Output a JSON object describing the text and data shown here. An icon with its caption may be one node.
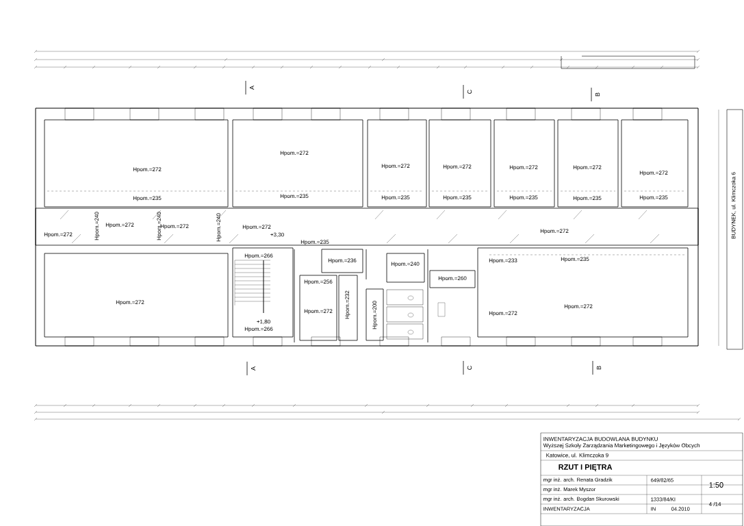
{
  "diagram": {
    "nodes": [
      {
        "text": [
          "Hpom.=272",
          "Hpom.=235"
        ]
      },
      {
        "text": [
          "Hpom.=272",
          "Hpom.=235"
        ]
      },
      {
        "text": [
          "Hpom.=272",
          "Hpom.=235"
        ]
      },
      {
        "text": [
          "Hpom.=272",
          "Hpom.=235"
        ]
      },
      {
        "text": [
          "Hpom.=272",
          "Hpom.=235"
        ]
      },
      {
        "text": [
          "Hpom.=272",
          "Hpom.=235"
        ]
      },
      {
        "text": [
          "Hpom.=272",
          "Hpom.=235"
        ]
      },
      {
        "text": [
          "Hpom.=272",
          "Hpom.=240",
          "Hpom.=272",
          "Hpom.=240",
          "Hpom.=272",
          "Hpom.=240",
          "Hpom.=272",
          "+3,30",
          "Hpom.=235",
          "Hpom.=272"
        ]
      },
      {
        "text": [
          "Hpom.=272"
        ]
      },
      {
        "text": [
          "Hpom.=266",
          "+1,80",
          "Hpom.=266"
        ]
      },
      {
        "text": [
          "Hpom.=256",
          "Hpom.=272"
        ]
      },
      {
        "text": [
          "Hpom.=236"
        ]
      },
      {
        "text": [
          "Hpom.=232"
        ]
      },
      {
        "text": [
          "Hpom.=200"
        ]
      },
      {
        "text": [
          "Hpom.=240"
        ]
      },
      {
        "text": [
          "Hpom.=260"
        ]
      },
      {
        "text": [
          "Hpom.=233",
          "Hpom.=235",
          "Hpom.=272",
          "Hpom.=272"
        ]
      },
      {
        "text": [
          "INWENTARYZACJA BUDOWLANA BUDYNKU",
          "Wyższej Szkoły Zarządzania Marketingowego i Języków Obcych",
          "Katowice, ul. Klimczoka 9",
          "RZUT I PIĘTRA",
          "mgr inż. arch. Renata Gradzik",
          "649/82/65",
          "1:50",
          "mgr inż. Marek Myszor",
          "4 /14",
          "mgr inż. arch. Bogdan Skurowski",
          "1333/84/KI",
          "INWENTARYZACJA",
          "IN",
          "04.2010"
        ]
      }
    ],
    "labels": [
      "A",
      "C",
      "B",
      "A",
      "C",
      "B",
      "BUDYNEK, ul. Klimczoka 6"
    ]
  }
}
